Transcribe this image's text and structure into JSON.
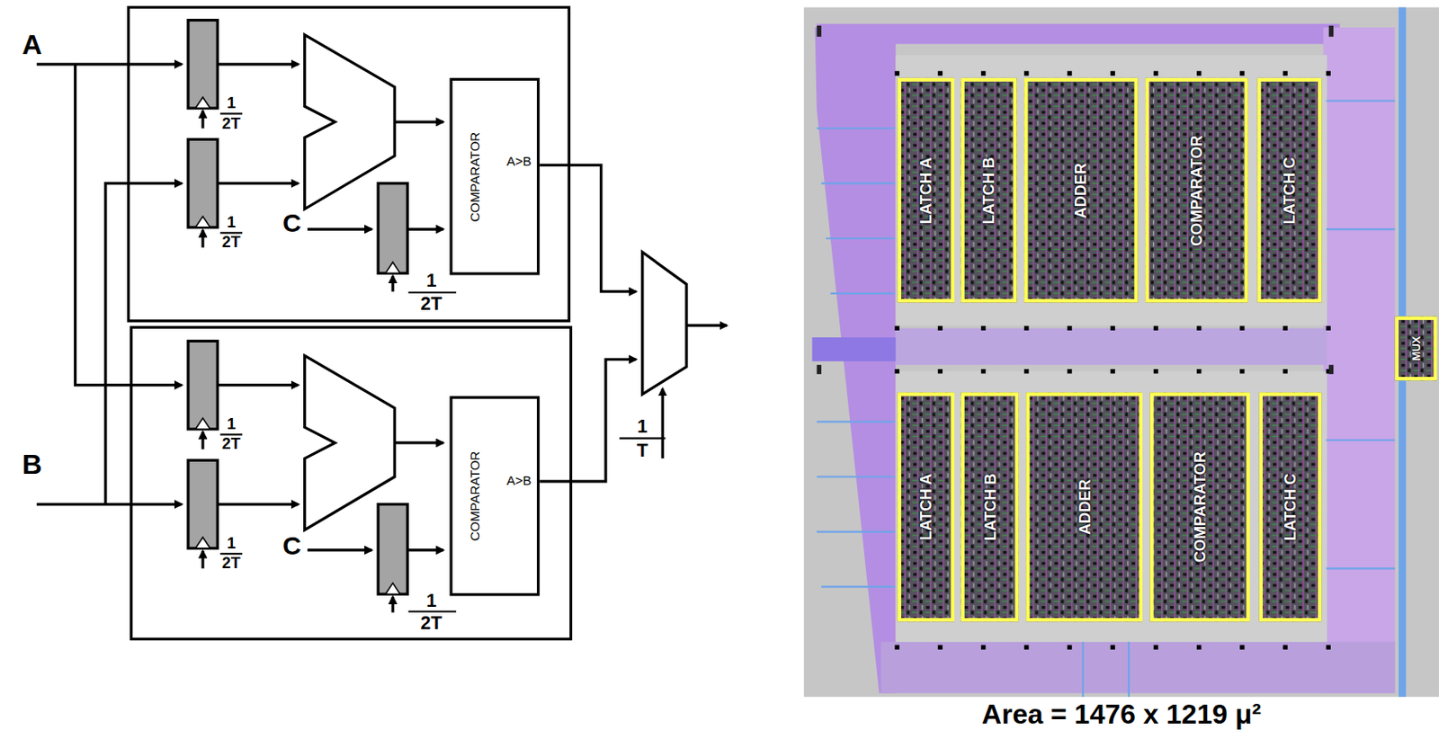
{
  "diagram": {
    "caption": "Area = 1476 x 1219 μ²",
    "nodes": [
      {
        "text": [
          "COMPARATOR",
          "A>B"
        ]
      },
      {
        "text": [
          "COMPARATOR",
          "A>B"
        ]
      },
      {
        "text": [
          "LATCH A"
        ]
      },
      {
        "text": [
          "LATCH B"
        ]
      },
      {
        "text": [
          "ADDER"
        ]
      },
      {
        "text": [
          "COMPARATOR"
        ]
      },
      {
        "text": [
          "LATCH C"
        ]
      },
      {
        "text": [
          "LATCH A"
        ]
      },
      {
        "text": [
          "LATCH B"
        ]
      },
      {
        "text": [
          "ADDER"
        ]
      },
      {
        "text": [
          "COMPARATOR"
        ]
      },
      {
        "text": [
          "LATCH C"
        ]
      },
      {
        "text": [
          "MUX"
        ]
      }
    ],
    "labels": [
      "A",
      "B",
      "1",
      "2T",
      "1",
      "2T",
      "C",
      "1",
      "2T",
      "1",
      "2T",
      "1",
      "2T",
      "C",
      "1",
      "2T",
      "1",
      "T"
    ]
  }
}
